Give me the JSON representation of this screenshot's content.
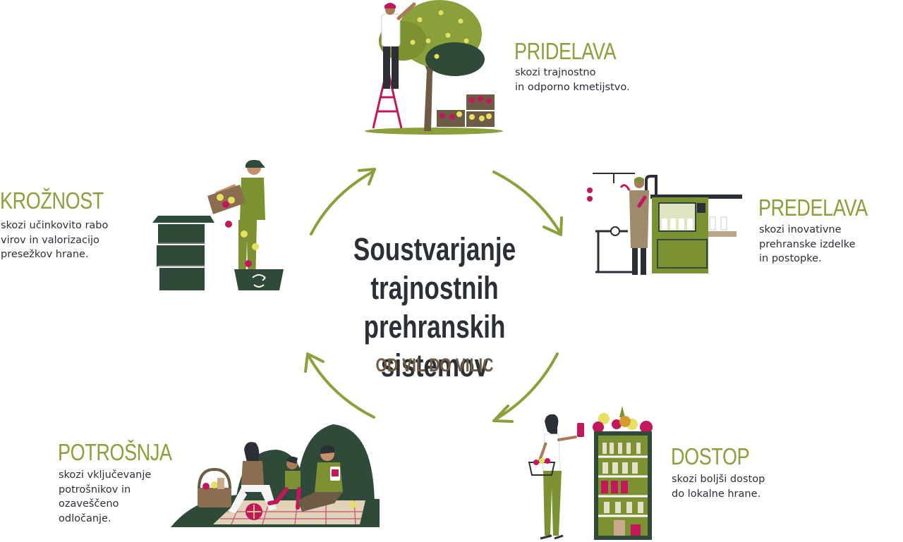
{
  "center": {
    "title_lines": [
      "Soustvarjanje",
      "trajnostnih prehranskih",
      "sistemov"
    ],
    "subtitle": "OD VIL DO VILIC"
  },
  "stages": {
    "pridelava": {
      "title": "PRIDELAVA",
      "desc_lines": [
        "skozi trajnostno",
        "in odporno kmetijstvo."
      ]
    },
    "predelava": {
      "title": "PREDELAVA",
      "desc_lines": [
        "skozi inovativne",
        "prehranske izdelke",
        "in postopke."
      ]
    },
    "dostop": {
      "title": "DOSTOP",
      "desc_lines": [
        "skozi boljši dostop",
        "do lokalne hrane."
      ]
    },
    "potrosnja": {
      "title": "POTROŠNJA",
      "desc_lines": [
        "skozi vključevanje",
        "potrošnikov in",
        "ozaveščeno",
        "odločanje."
      ]
    },
    "kroznost": {
      "title": "KROŽNOST",
      "desc_lines": [
        "skozi učinkovito rabo",
        "virov in valorizacijo",
        "presežkov hrane."
      ]
    }
  },
  "colors": {
    "accent_green": "#8aa03a",
    "dark_green": "#2f4a39",
    "text_dark": "#2b2f36",
    "subtitle_brown": "#6f5a43",
    "berry": "#c2185b"
  },
  "illustrations": [
    "apple-tree-harvest-illustration",
    "food-processing-illustration",
    "grocery-shopping-illustration",
    "family-picnic-illustration",
    "composting-illustration"
  ]
}
